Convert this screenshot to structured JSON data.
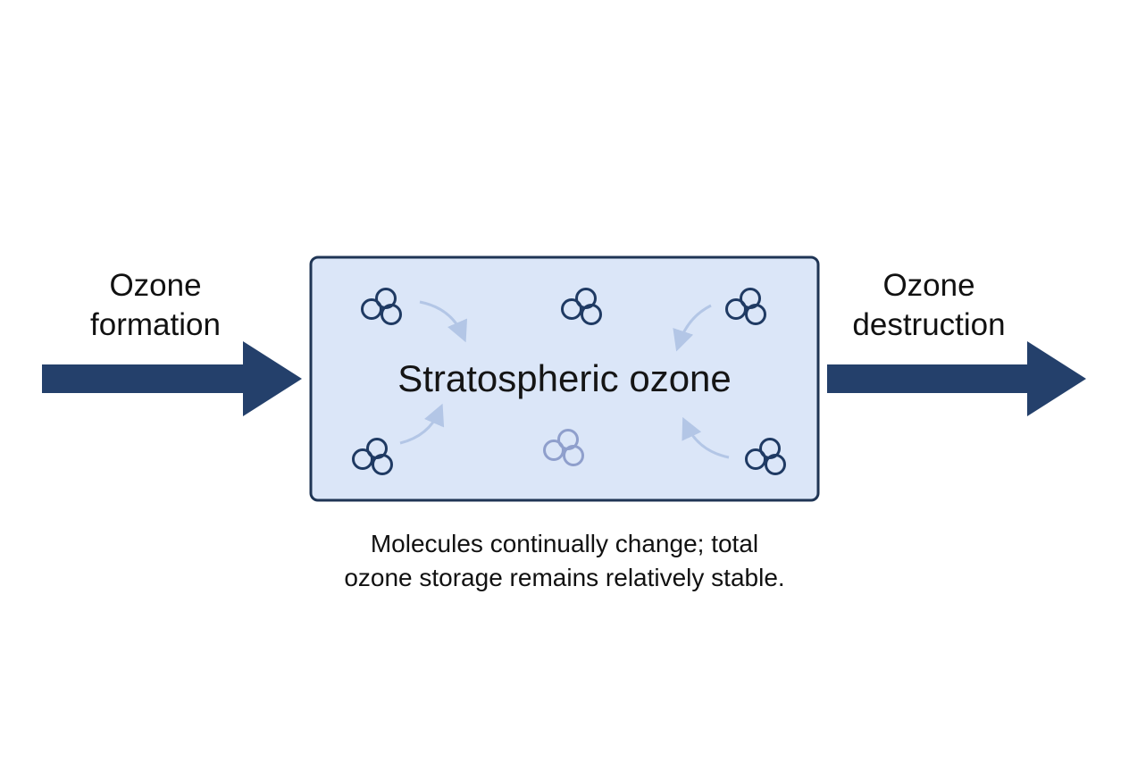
{
  "inflow": {
    "line1": "Ozone",
    "line2": "formation"
  },
  "outflow": {
    "line1": "Ozone",
    "line2": "destruction"
  },
  "reservoir": {
    "title": "Stratospheric ozone"
  },
  "caption": {
    "line1": "Molecules continually change; total",
    "line2": "ozone storage remains relatively stable."
  },
  "colors": {
    "arrow": "#24406b",
    "box_fill": "#dbe6f8",
    "box_border": "#1f3555",
    "molecule": "#1f3a63",
    "molecule_faded": "#8f9fcc",
    "cycle_arrow": "#b3c6e6"
  },
  "icons": [
    "ozone-molecule-icon",
    "cycle-arrow-icon"
  ]
}
